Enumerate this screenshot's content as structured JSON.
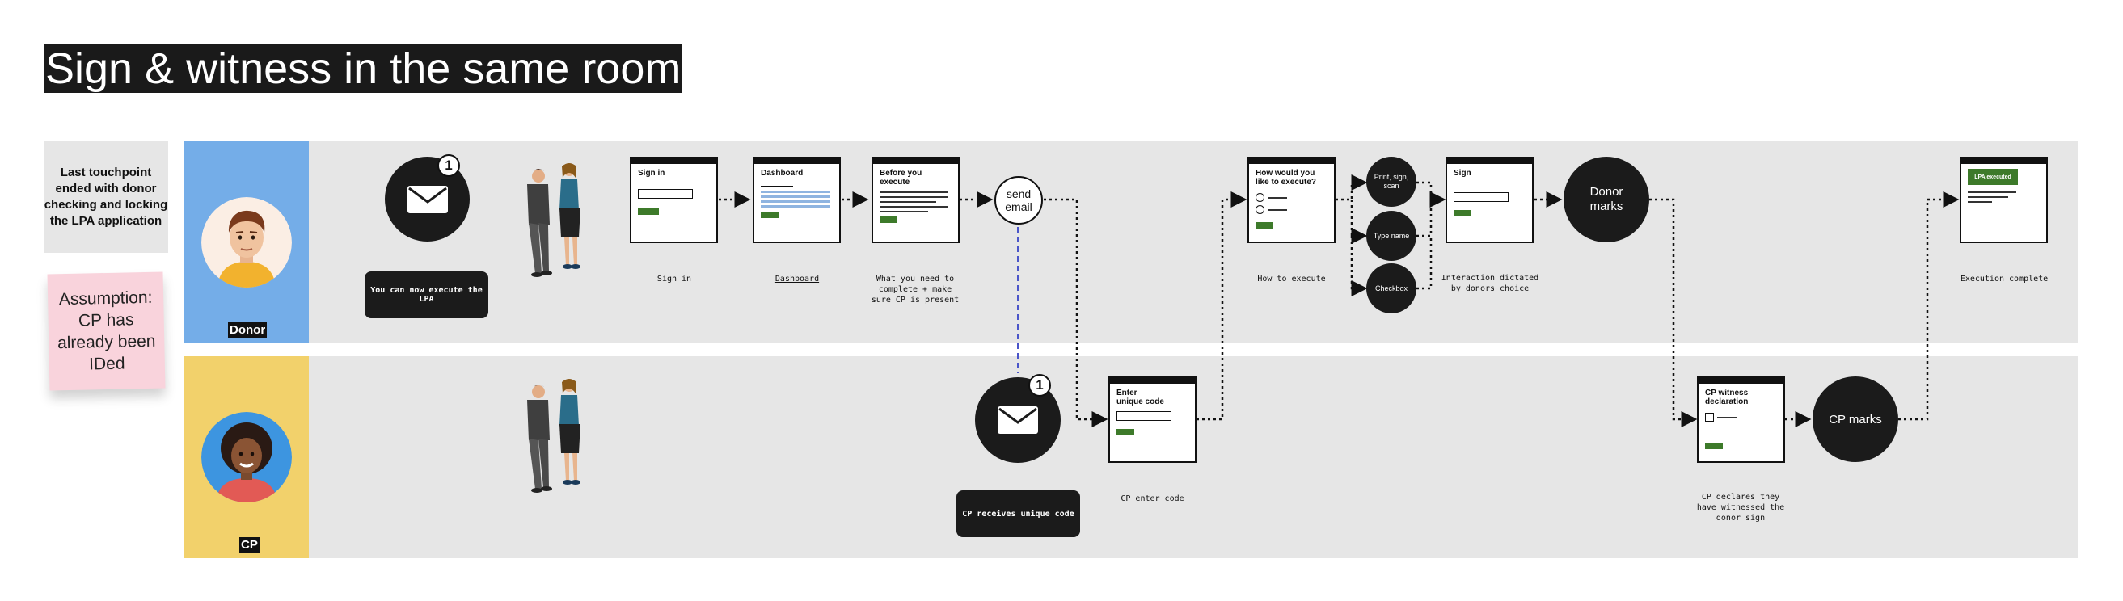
{
  "title": "Sign & witness in the same room",
  "notes": {
    "touchpoint": "Last touchpoint ended with donor checking and locking the LPA application",
    "assumption": "Assumption: CP has already been IDed"
  },
  "lanes": {
    "donor": "Donor",
    "cp": "CP"
  },
  "donor_flow": {
    "mail_badge": "1",
    "execute_box": "You can now execute the LPA",
    "signin_screen": "Sign in",
    "signin_caption": "Sign in",
    "dashboard_screen": "Dashboard",
    "dashboard_caption": "Dashboard",
    "before_screen": "Before you execute",
    "before_caption": "What you need to complete + make sure CP is present",
    "send_email": "send email",
    "how_screen": "How would you like to execute?",
    "how_caption": "How to execute",
    "option_print": "Print, sign, scan",
    "option_type": "Type name",
    "option_check": "Checkbox",
    "sign_screen": "Sign",
    "sign_caption": "Interaction dictated by donors choice",
    "donor_marks": "Donor marks",
    "executed_button": "LPA executed",
    "executed_caption": "Execution complete"
  },
  "cp_flow": {
    "mail_badge": "1",
    "code_box": "CP receives unique code",
    "code_screen": "Enter unique code",
    "code_caption": "CP enter code",
    "witness_screen": "CP witness declaration",
    "witness_caption": "CP declares they have witnessed the donor sign",
    "cp_marks": "CP marks"
  },
  "colors": {
    "donor_lane": "#74ade8",
    "cp_lane": "#f2d16b",
    "lane_bg": "#e6e6e6",
    "sticky": "#f9d3dc",
    "button_green": "#3d7a2a",
    "connector": "#111111",
    "dashed_link": "#4a55c9"
  }
}
